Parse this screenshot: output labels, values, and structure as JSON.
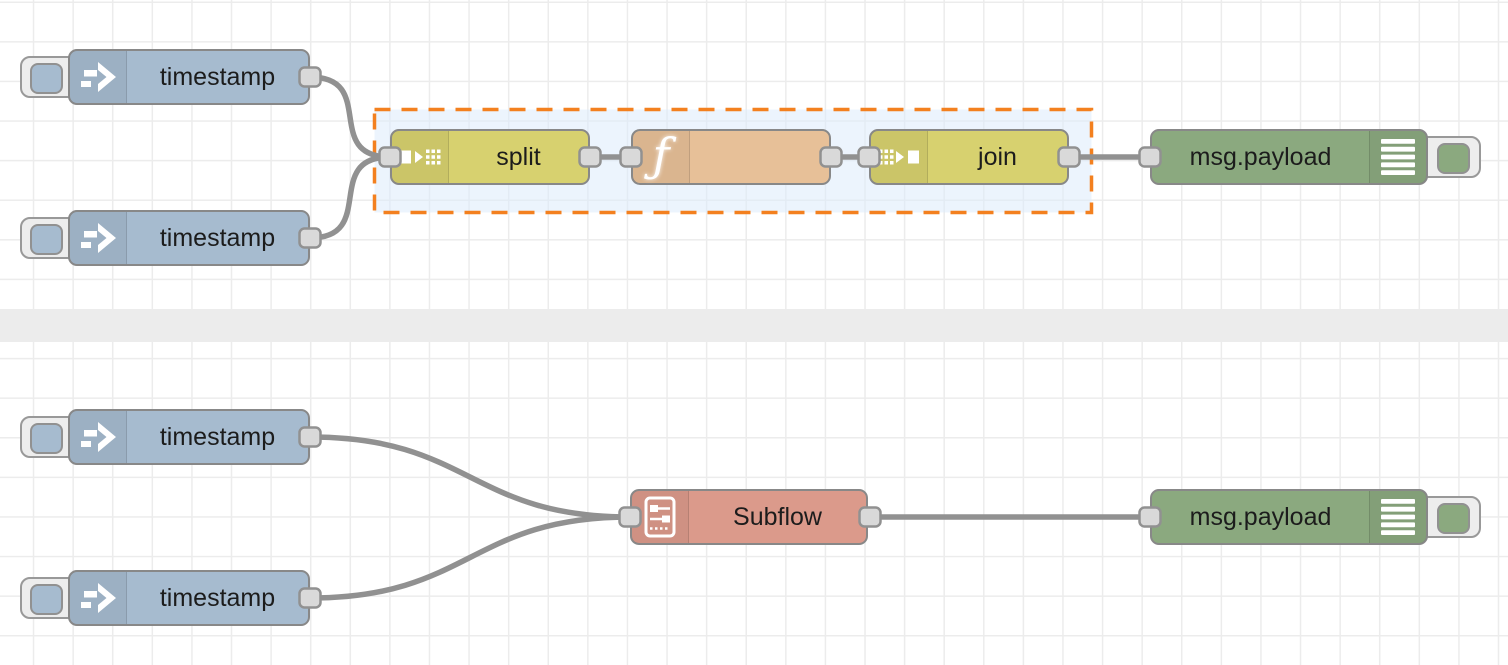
{
  "colors": {
    "canvas_bg": "#ffffff",
    "grid_line": "#ececec",
    "divider_band": "#ececec",
    "node_border": "#888888",
    "inject_fill": "#a6bbcf",
    "split_join_fill": "#d7d16f",
    "function_fill": "#e7c098",
    "debug_fill": "#8ba97f",
    "subflow_fill": "#db9a8b",
    "wire": "#919191",
    "port_fill": "#d9d9d9",
    "port_border": "#919191",
    "selection_border": "#f3801f",
    "selection_fill": "#dcebfb",
    "button_plate": "#ededed",
    "label_text": "#1c1c1c"
  },
  "icons": {
    "inject": "arrow-right-icon",
    "split": "split-icon",
    "function": "function-f-icon",
    "function_glyph": "ƒ",
    "join": "join-icon",
    "debug": "debug-lines-icon",
    "subflow": "subflow-icon"
  },
  "flows": {
    "top": {
      "inject1": {
        "type": "inject",
        "label": "timestamp"
      },
      "inject2": {
        "type": "inject",
        "label": "timestamp"
      },
      "split": {
        "type": "split",
        "label": "split"
      },
      "function": {
        "type": "function",
        "label": ""
      },
      "join": {
        "type": "join",
        "label": "join"
      },
      "debug": {
        "type": "debug",
        "label": "msg.payload"
      },
      "selection": {
        "state": "selected-group",
        "contains": [
          "split",
          "function",
          "join"
        ]
      }
    },
    "bottom": {
      "inject1": {
        "type": "inject",
        "label": "timestamp"
      },
      "inject2": {
        "type": "inject",
        "label": "timestamp"
      },
      "subflow": {
        "type": "subflow-instance",
        "label": "Subflow"
      },
      "debug": {
        "type": "debug",
        "label": "msg.payload"
      }
    }
  }
}
